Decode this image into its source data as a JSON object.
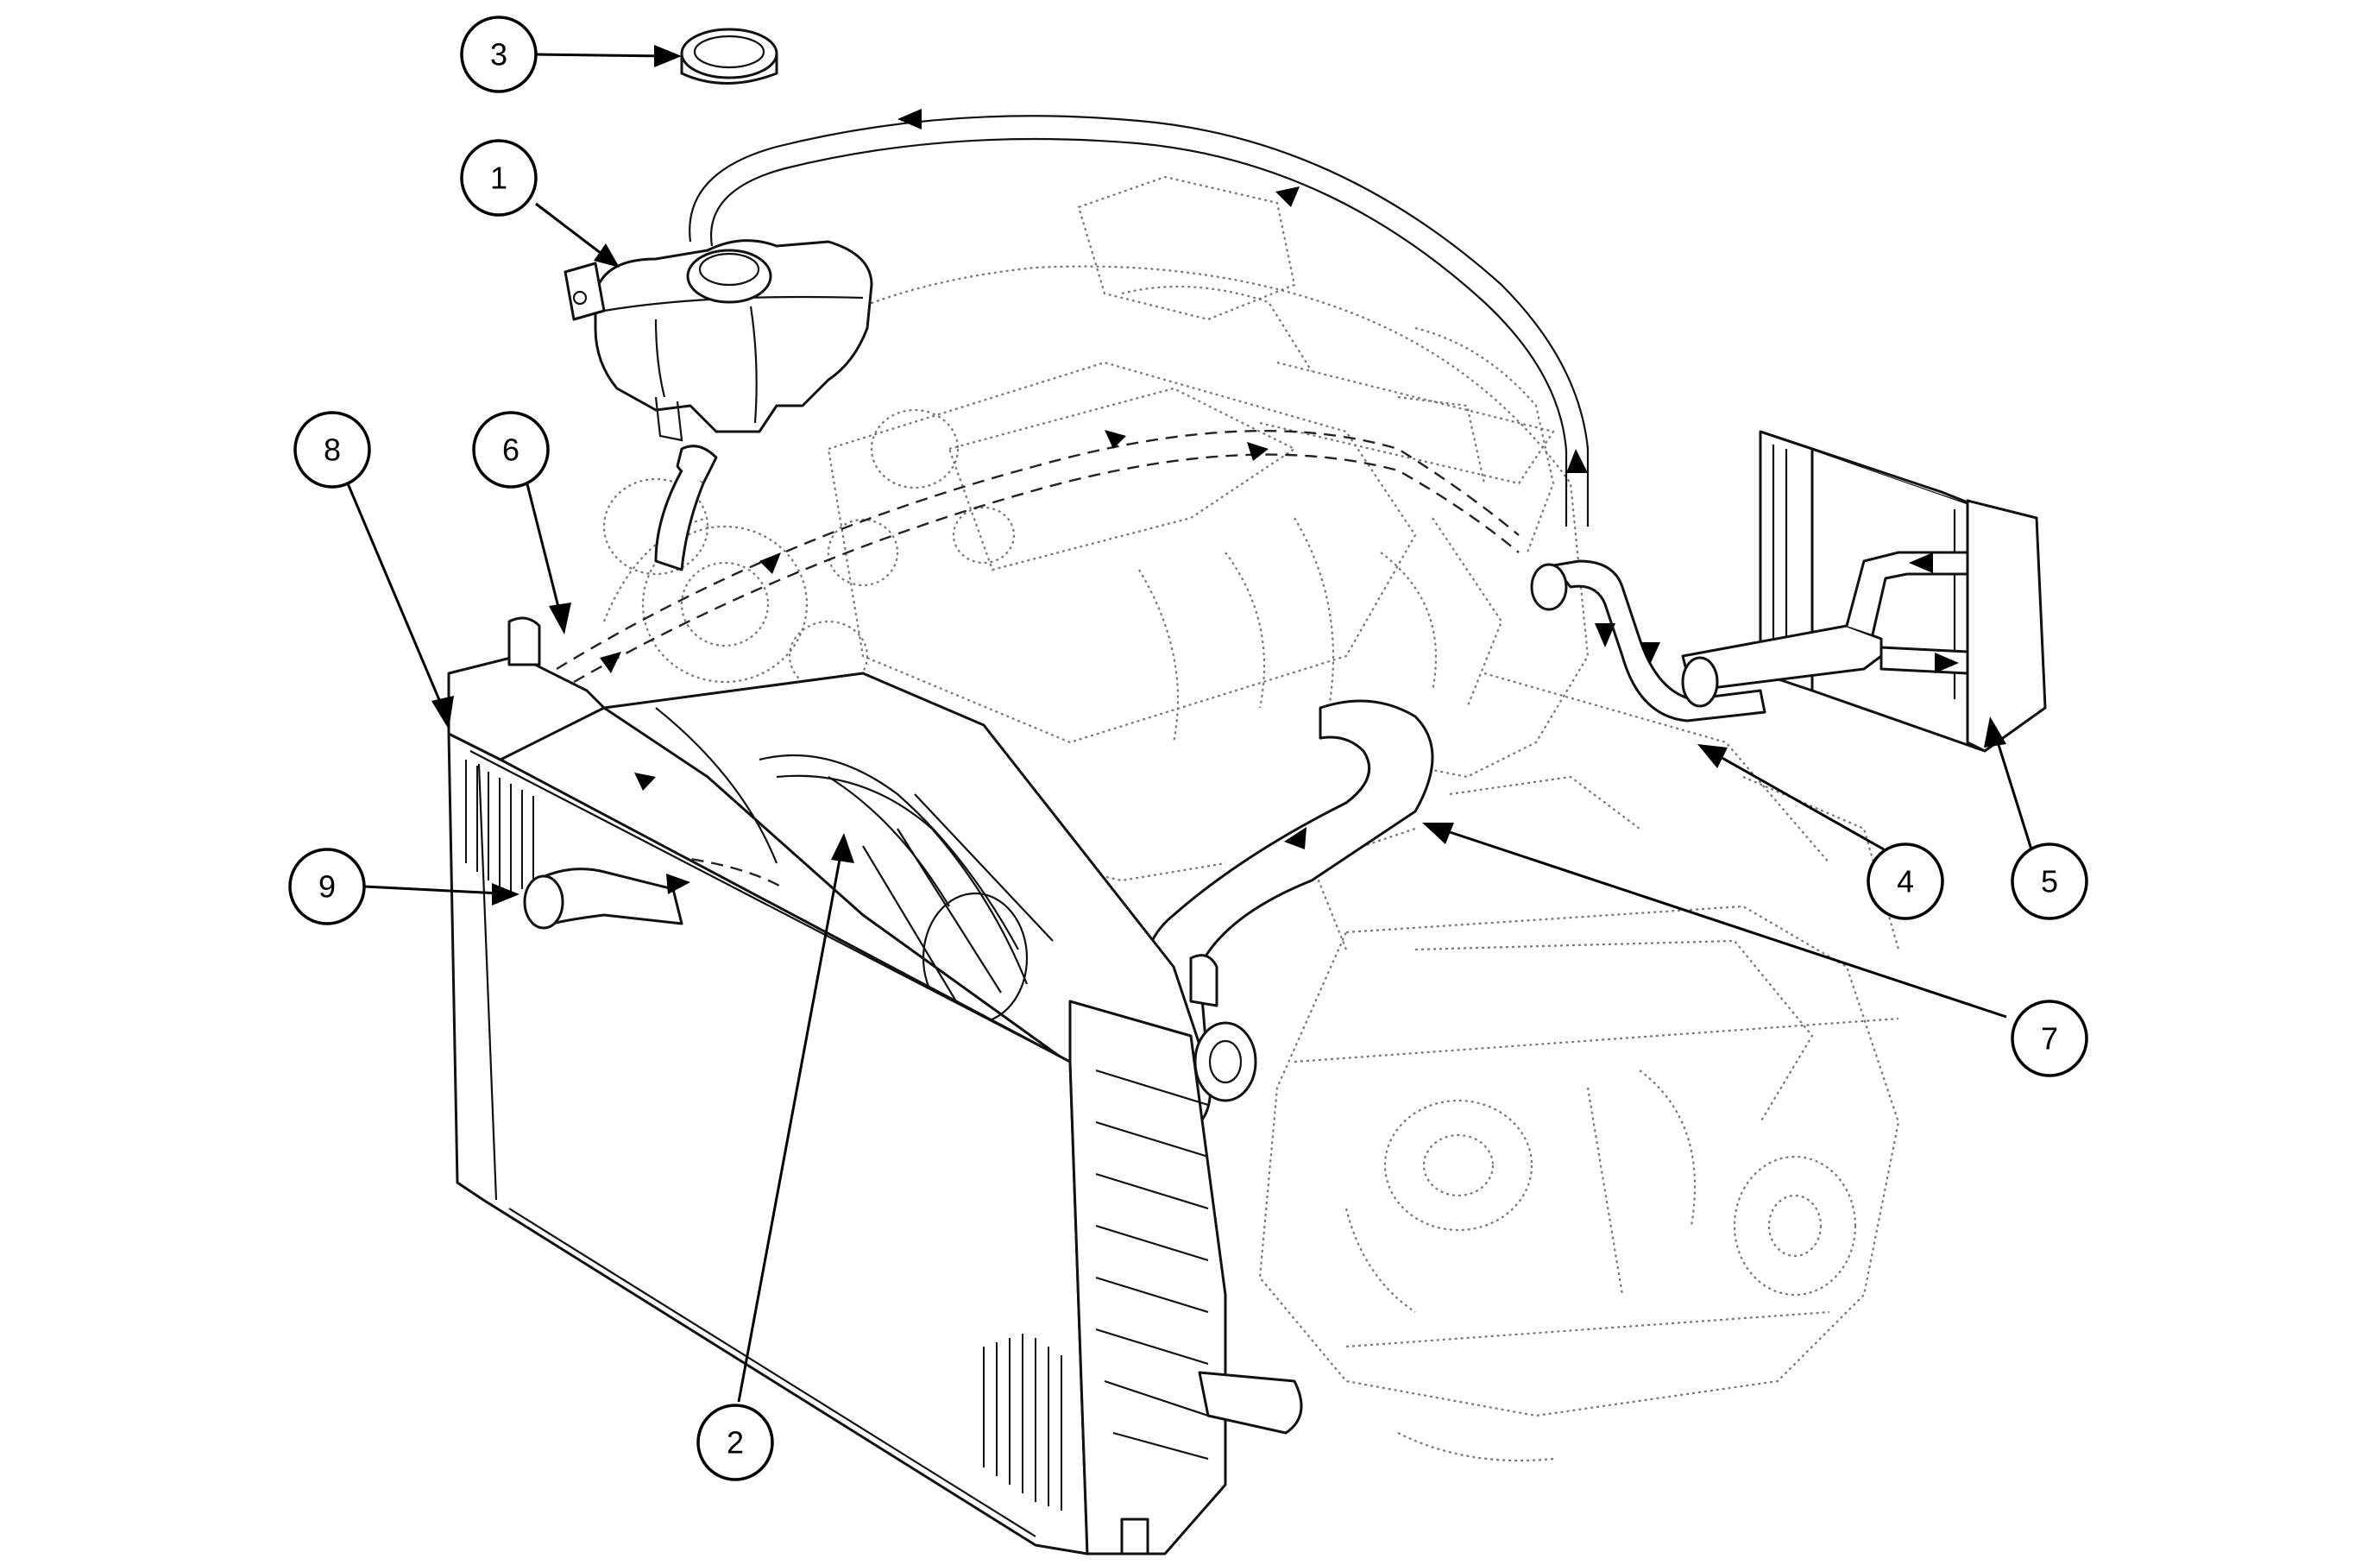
{
  "callouts": [
    {
      "id": "c1",
      "label": "1"
    },
    {
      "id": "c2",
      "label": "2"
    },
    {
      "id": "c3",
      "label": "3"
    },
    {
      "id": "c4",
      "label": "4"
    },
    {
      "id": "c5",
      "label": "5"
    },
    {
      "id": "c6",
      "label": "6"
    },
    {
      "id": "c7",
      "label": "7"
    },
    {
      "id": "c8",
      "label": "8"
    },
    {
      "id": "c9",
      "label": "9"
    }
  ],
  "parts": {
    "coolant_reservoir": "degas-bottle",
    "pressure_cap": "reservoir-cap",
    "radiator": "radiator",
    "cooling_fan": "fan-shroud",
    "heater_core": "heater-core",
    "heater_hoses": "heater-hose",
    "upper_hose": "upper-radiator-hose",
    "lower_hose": "lower-radiator-hose",
    "bleed_hose": "vent-hose"
  },
  "colors": {
    "line": "#000000",
    "ghost": "#777777",
    "background": "#ffffff"
  }
}
